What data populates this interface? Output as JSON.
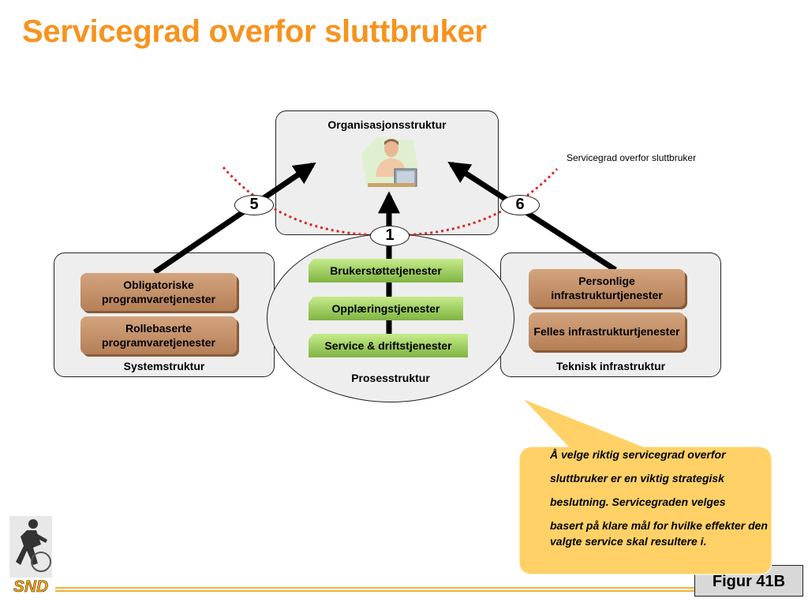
{
  "title": "Servicegrad overfor sluttbruker",
  "boxes": {
    "organisasjon": "Organisasjonsstruktur",
    "system": "Systemstruktur",
    "prosess": "Prosesstruktur",
    "teknisk": "Teknisk infrastruktur"
  },
  "system_blocks": [
    "Obligatoriske programvaretjenester",
    "Rollebaserte programvaretjenester"
  ],
  "process_bars": [
    "Brukerstøttetjenester",
    "Opplæringstjenester",
    "Service & driftstjenester"
  ],
  "infra_blocks": [
    "Personlige infrastrukturtjenester",
    "Felles infrastrukturtjenester"
  ],
  "badges": {
    "left": "5",
    "center": "1",
    "right": "6"
  },
  "curve_label": "Servicegrad overfor sluttbruker",
  "callout": {
    "lines": [
      "Å velge riktig servicegrad overfor",
      "sluttbruker er en viktig strategisk",
      "beslutning. Servicegraden velges",
      "basert på klare mål for hvilke effekter den valgte service skal resultere i."
    ]
  },
  "logo_text": "SND",
  "figure_label": "Figur 41B",
  "colors": {
    "title": "#f7931e",
    "curve": "#d42a2a",
    "callout": "#ffd166",
    "tan_block": "#c89370",
    "green_bar": "#a6d965"
  },
  "icons": {
    "person": "person-at-computer-icon",
    "logo": "runner-logo-icon"
  }
}
